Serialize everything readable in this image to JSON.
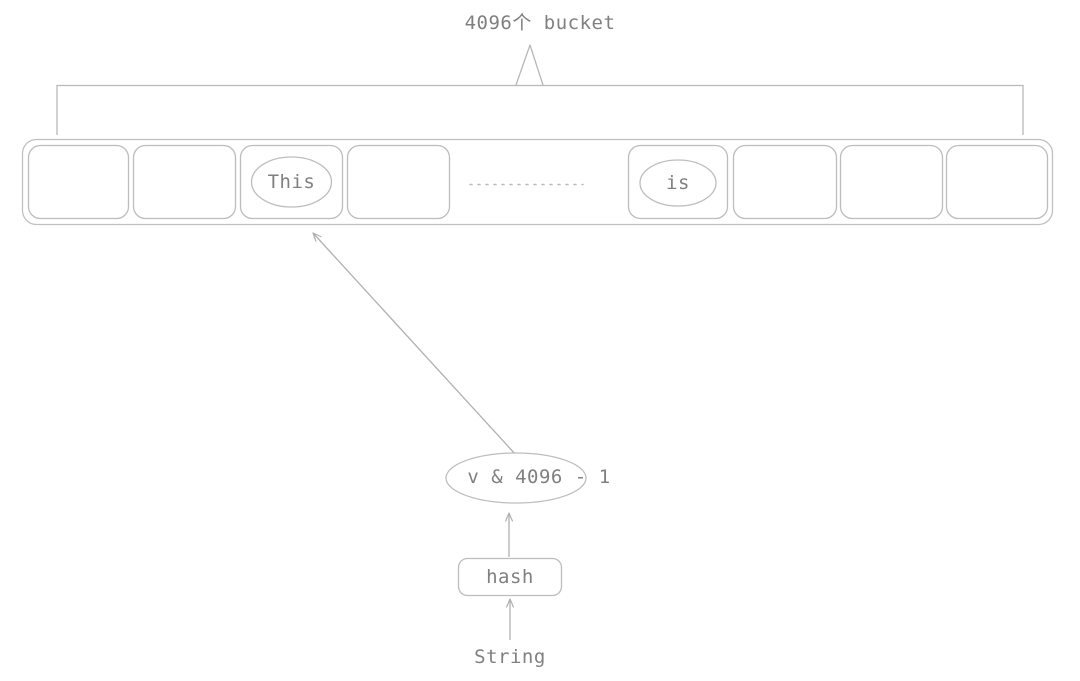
{
  "diagram": {
    "title": "4096个 bucket",
    "stroke_color": "#b0b0b0",
    "text_color": "#808080",
    "background_color": "#ffffff",
    "bucket_array": {
      "label": "4096个 bucket",
      "cells": [
        {
          "index": 0,
          "content": "",
          "occupied": false
        },
        {
          "index": 1,
          "content": "",
          "occupied": false
        },
        {
          "index": 2,
          "content": "This",
          "occupied": true
        },
        {
          "index": 3,
          "content": "",
          "occupied": false
        },
        {
          "index": 4,
          "content": "",
          "occupied": false,
          "ellipsis": true
        },
        {
          "index": 5,
          "content": "is",
          "occupied": true
        },
        {
          "index": 6,
          "content": "",
          "occupied": false
        },
        {
          "index": 7,
          "content": "",
          "occupied": false
        },
        {
          "index": 8,
          "content": "",
          "occupied": false
        }
      ],
      "ellipsis": "..............."
    },
    "nodes": {
      "hash_expression": "v & 4096 - 1",
      "hash_function": "hash",
      "input": "String"
    },
    "edges": [
      {
        "from": "input",
        "to": "hash_function",
        "style": "arrow-up"
      },
      {
        "from": "hash_function",
        "to": "hash_expression",
        "style": "arrow-up"
      },
      {
        "from": "hash_expression",
        "to": "bucket-cell-2",
        "style": "arrow-diagonal-up-left"
      }
    ]
  }
}
